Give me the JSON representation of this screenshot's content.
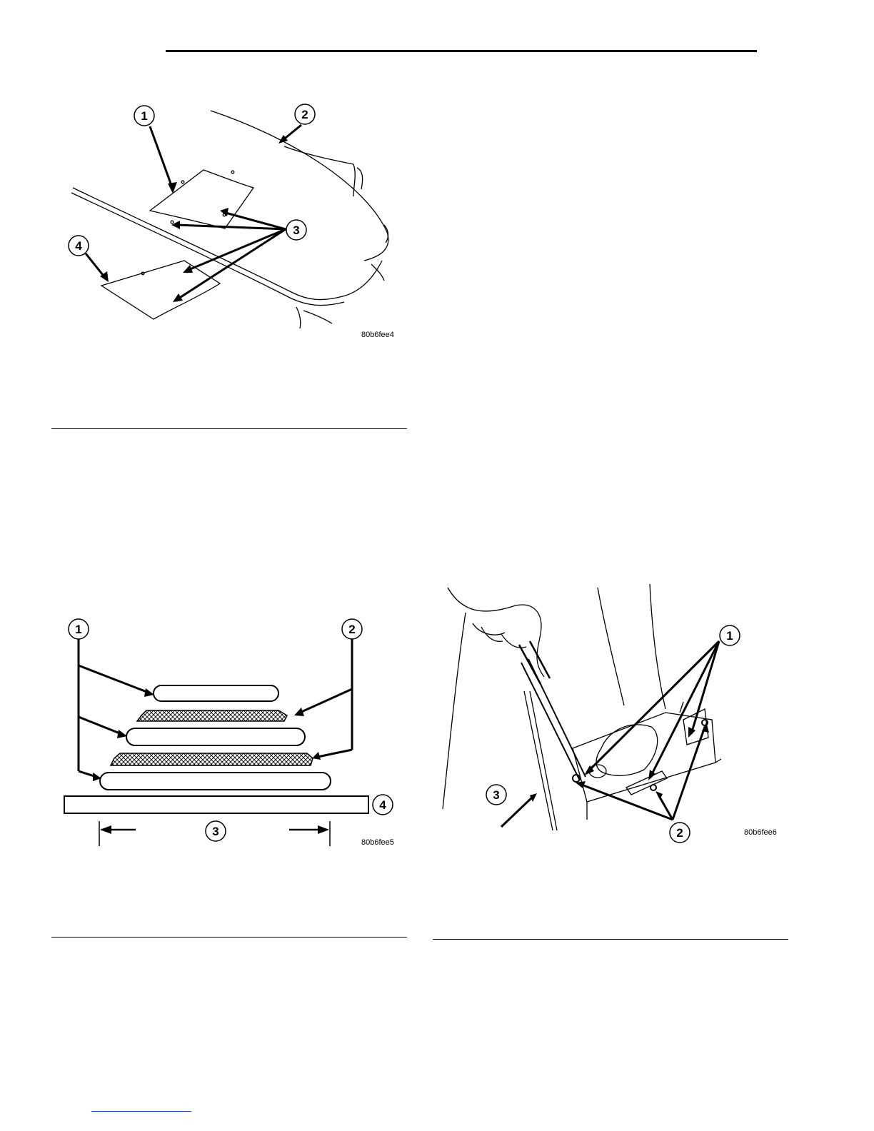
{
  "figures": [
    {
      "id": "80b6fee4",
      "callouts": [
        "1",
        "2",
        "3",
        "4"
      ]
    },
    {
      "id": "80b6fee5",
      "callouts": [
        "1",
        "2",
        "3",
        "4"
      ]
    },
    {
      "id": "80b6fee6",
      "callouts": [
        "1",
        "2",
        "3"
      ]
    }
  ]
}
